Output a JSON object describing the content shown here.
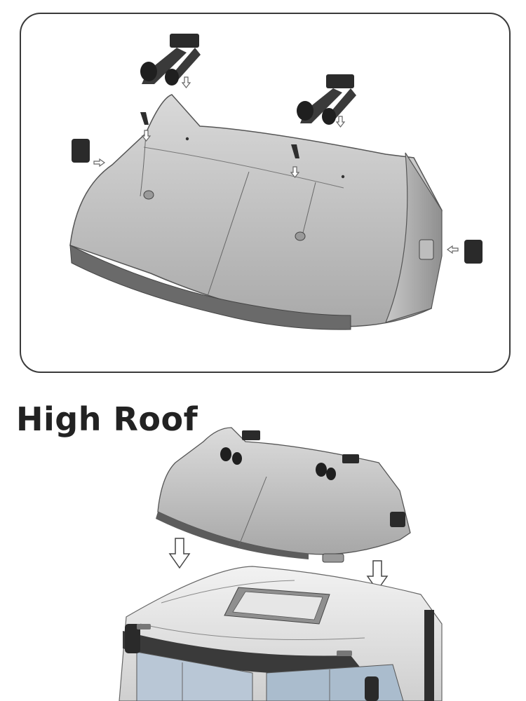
{
  "section": {
    "title": "High Roof"
  },
  "illustration": {
    "top_panel": "exploded-roof-assembly",
    "bottom_view": "roof-mounted-onto-cab"
  }
}
